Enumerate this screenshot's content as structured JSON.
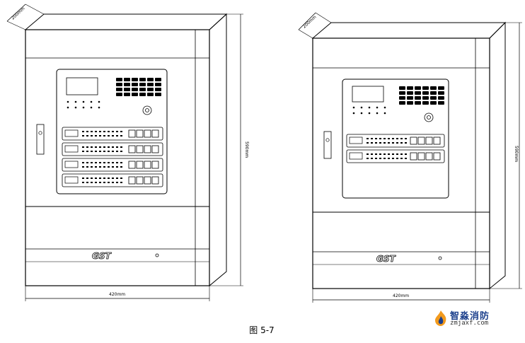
{
  "figure": {
    "caption": "图 5-7"
  },
  "drawings": [
    {
      "id": "large",
      "depth_label": "200mm",
      "height_label": "590mm",
      "width_label": "420mm",
      "brand": "GST",
      "loop_boards": 4
    },
    {
      "id": "small",
      "depth_label": "200mm",
      "height_label": "590mm",
      "width_label": "420mm",
      "brand": "GST",
      "loop_boards": 2
    }
  ],
  "watermark": {
    "name": "智淼消防",
    "url": "zmjaxf.com",
    "accent": "#1b3f8c",
    "flame": "#f29a1d"
  }
}
